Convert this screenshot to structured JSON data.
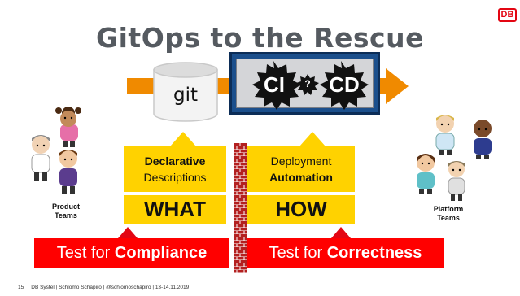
{
  "brand": {
    "logo_text": "DB",
    "accent": "#e30613"
  },
  "title": "GitOps to the Rescue",
  "pipeline": {
    "git_label": "git",
    "ci_label": "CI",
    "question": "?",
    "cd_label": "CD",
    "arrow_color": "#f08a00"
  },
  "left_panel": {
    "line1": "Declarative",
    "line2": "Descriptions",
    "big": "WHAT",
    "test_prefix": "Test for ",
    "test_emph": "Compliance"
  },
  "right_panel": {
    "line1": "Deployment",
    "line2": "Automation",
    "big": "HOW",
    "test_prefix": "Test for ",
    "test_emph": "Correctness"
  },
  "teams": {
    "left": [
      "Product",
      "Teams"
    ],
    "right": [
      "Platform",
      "Teams"
    ]
  },
  "footer": {
    "page": "15",
    "text": "DB Systel | Schlomo Schapiro | @schlomoschapiro | 13-14.11.2019"
  },
  "colors": {
    "yellow": "#ffd200",
    "red": "#ff0000",
    "blue": "#1b4f8c"
  }
}
